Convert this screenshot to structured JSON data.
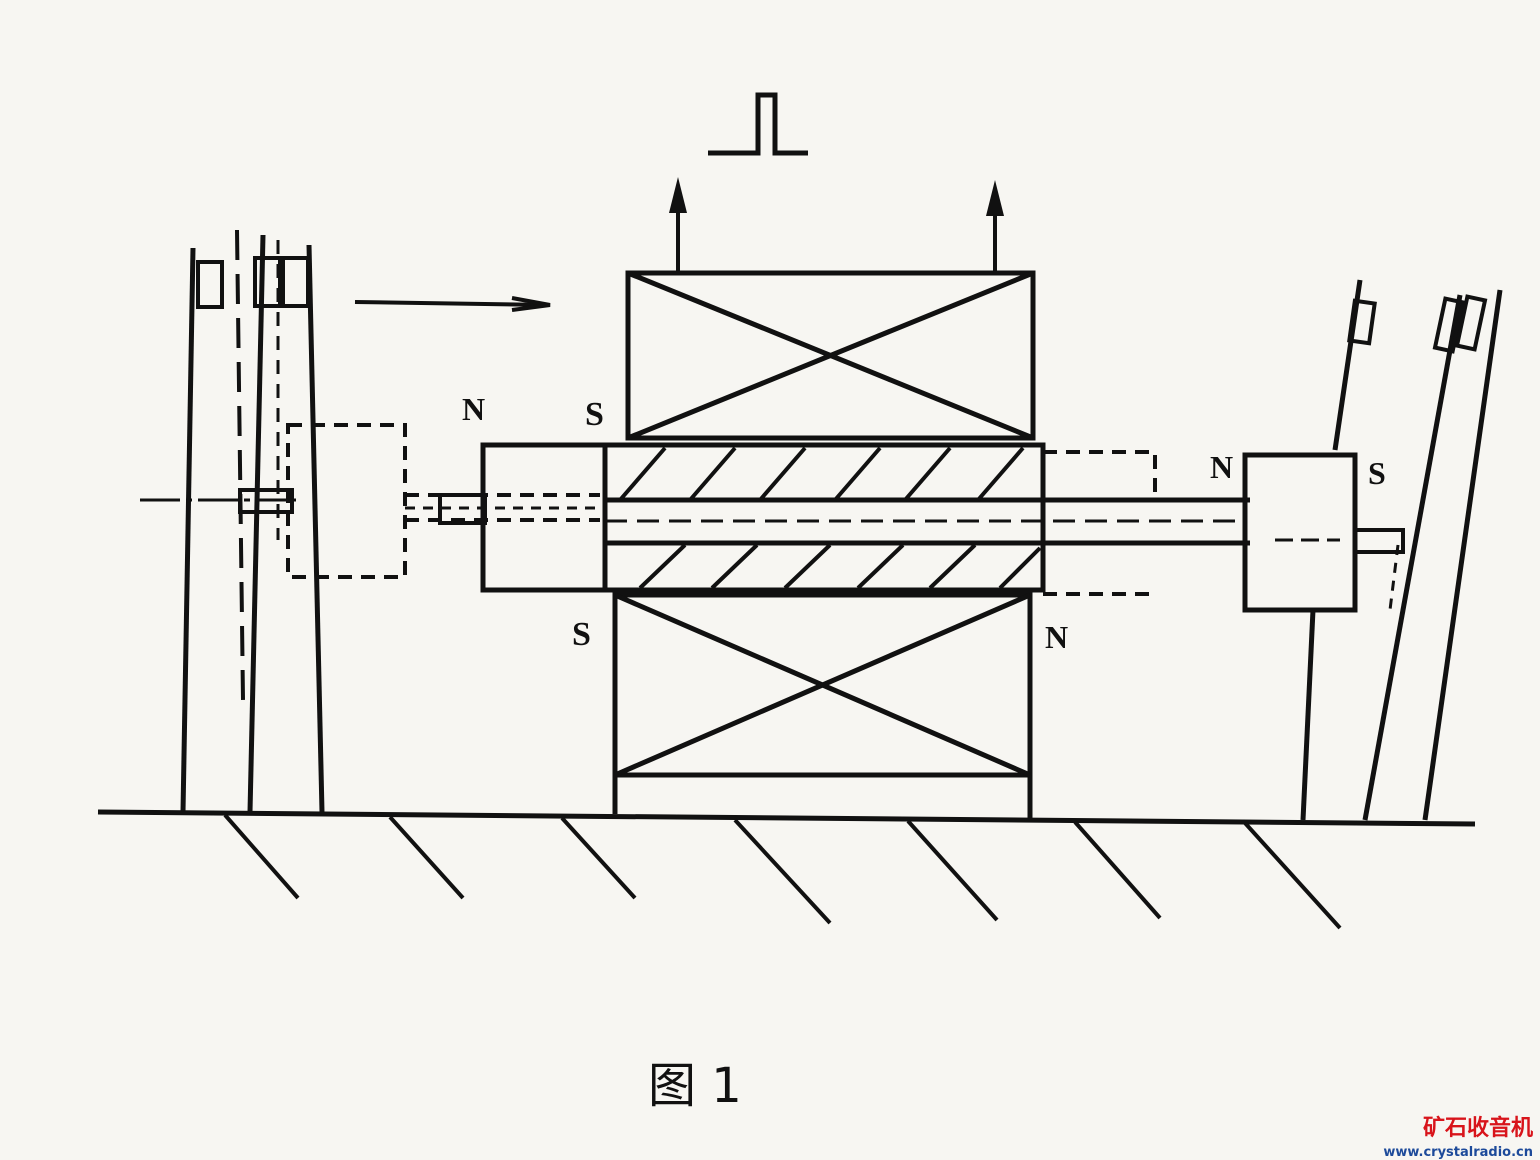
{
  "labels": {
    "rotor_left_pole": "N",
    "coil_top_left_pole": "S",
    "coil_bottom_left_pole": "S",
    "coil_bottom_right_pole": "N",
    "right_block_left_pole": "N",
    "right_block_right_pole": "S"
  },
  "caption": "图 1",
  "watermark": {
    "cn": "矿石收音机",
    "url": "www.crystalradio.cn"
  },
  "colors": {
    "ink": "#111111",
    "paper": "#f7f6f2",
    "watermark_red": "#d8141b",
    "watermark_blue": "#1d4a9a"
  }
}
